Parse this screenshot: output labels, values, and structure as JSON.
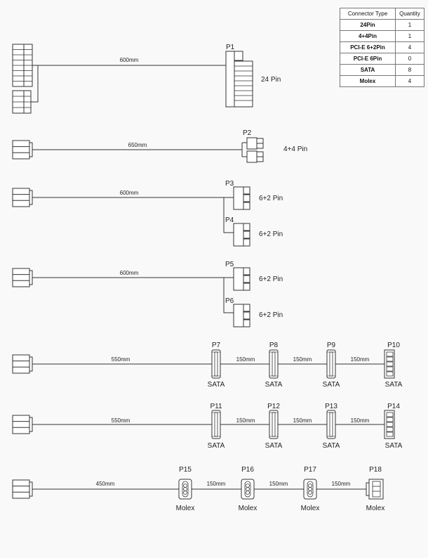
{
  "table": {
    "headers": [
      "Connector Type",
      "Quantity"
    ],
    "rows": [
      {
        "type": "24Pin",
        "qty": "1"
      },
      {
        "type": "4+4Pin",
        "qty": "1"
      },
      {
        "type": "PCI-E 6+2Pin",
        "qty": "4"
      },
      {
        "type": "PCI-E 6Pin",
        "qty": "0"
      },
      {
        "type": "SATA",
        "qty": "8"
      },
      {
        "type": "Molex",
        "qty": "4"
      }
    ]
  },
  "cables": {
    "c24": {
      "length": "600mm",
      "p1": "P1",
      "label": "24 Pin"
    },
    "c44": {
      "length": "650mm",
      "p2": "P2",
      "label": "4+4 Pin"
    },
    "pcie1": {
      "length": "600mm",
      "p3": "P3",
      "p3_label": "6+2 Pin",
      "p4": "P4",
      "p4_label": "6+2 Pin"
    },
    "pcie2": {
      "length": "600mm",
      "p5": "P5",
      "p5_label": "6+2 Pin",
      "p6": "P6",
      "p6_label": "6+2 Pin"
    },
    "sata1": {
      "len_main": "550mm",
      "len_a": "150mm",
      "len_b": "150mm",
      "len_c": "150mm",
      "p7": "P7",
      "p8": "P8",
      "p9": "P9",
      "p10": "P10",
      "l7": "SATA",
      "l8": "SATA",
      "l9": "SATA",
      "l10": "SATA"
    },
    "sata2": {
      "len_main": "550mm",
      "len_a": "150mm",
      "len_b": "150mm",
      "len_c": "150mm",
      "p11": "P11",
      "p12": "P12",
      "p13": "P13",
      "p14": "P14",
      "l11": "SATA",
      "l12": "SATA",
      "l13": "SATA",
      "l14": "SATA"
    },
    "molex": {
      "len_main": "450mm",
      "len_a": "150mm",
      "len_b": "150mm",
      "len_c": "150mm",
      "p15": "P15",
      "p16": "P16",
      "p17": "P17",
      "p18": "P18",
      "l15": "Molex",
      "l16": "Molex",
      "l17": "Molex",
      "l18": "Molex"
    }
  }
}
